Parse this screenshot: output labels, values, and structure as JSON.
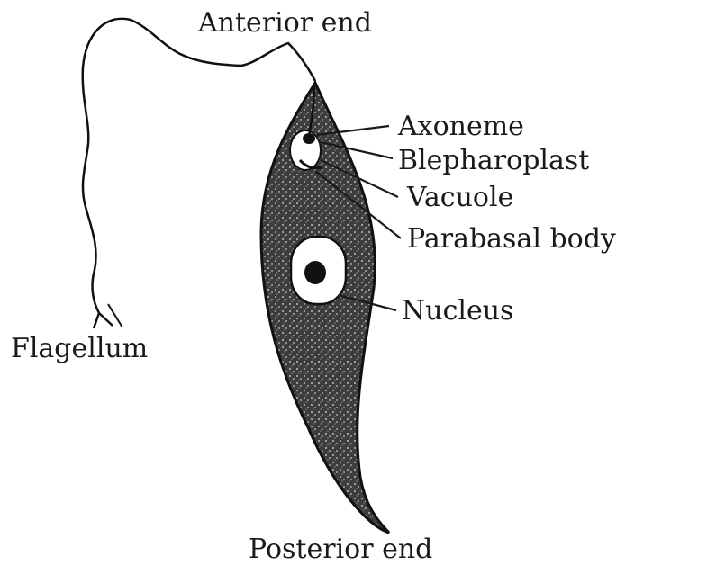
{
  "labels": {
    "anterior_end": "Anterior end",
    "axoneme": "Axoneme",
    "blepharoplast": "Blepharoplast",
    "vacuole": "Vacuole",
    "parabasal_body": "Parabasal body",
    "nucleus": "Nucleus",
    "flagellum": "Flagellum",
    "posterior_end": "Posterior end"
  },
  "colors": {
    "ink": "#1a1a1a",
    "background": "#ffffff"
  }
}
